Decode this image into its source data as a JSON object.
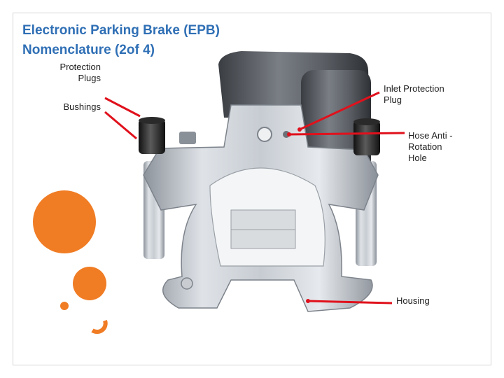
{
  "slide": {
    "title_line1": "Electronic Parking Brake (EPB)",
    "title_line2": "Nomenclature (2of 4)",
    "title_color": "#2f6fb5",
    "accent_color": "#f07c24",
    "leader_color": "#e0111c"
  },
  "labels": {
    "protection_plugs": [
      "Protection",
      "Plugs"
    ],
    "bushings": "Bushings",
    "inlet_protection_plug": [
      "Inlet Protection",
      "Plug"
    ],
    "hose_anti_rotation_hole": [
      "Hose Anti -",
      "Rotation",
      "Hole"
    ],
    "housing": "Housing"
  }
}
